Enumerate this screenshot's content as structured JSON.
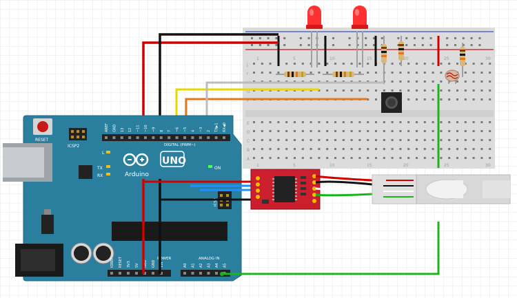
{
  "arduino": {
    "reset_label": "RESET",
    "icsp2_label": "ICSP2",
    "l_label": "L",
    "tx_label": "TX",
    "rx_label": "RX",
    "on_label": "ON",
    "brand_label": "Arduino",
    "model_label": "UNO",
    "digital_label": "DIGITAL (PWM~)",
    "power_label": "POWER",
    "analog_label": "ANALOG IN",
    "icsp_label": "ICSP",
    "top_pin_labels": [
      "AREF",
      "GND",
      "13",
      "12",
      "~11",
      "~10",
      "~9",
      "8",
      "7",
      "~6",
      "~5",
      "4",
      "~3",
      "2",
      "TX▶1",
      "RX◀0"
    ],
    "power_pin_labels": [
      "IOREF",
      "RESET",
      "3V3",
      "5V",
      "GND",
      "GND",
      "VIN"
    ],
    "analog_pin_labels": [
      "A0",
      "A1",
      "A2",
      "A3",
      "A4",
      "A5"
    ]
  },
  "breadboard": {
    "column_numbers": [
      "1",
      "5",
      "10",
      "15",
      "20",
      "25",
      "30"
    ],
    "row_letters_top": [
      "J",
      "I",
      "H",
      "G",
      "F"
    ],
    "row_letters_bottom": [
      "E",
      "D",
      "C",
      "B",
      "A"
    ]
  },
  "colors": {
    "arduino_board": "#2a7f9e",
    "wire_red": "#d00000",
    "wire_black": "#111111",
    "wire_yellow": "#e8d800",
    "wire_orange": "#e07820",
    "wire_gray": "#b8b8b8",
    "wire_blue": "#1e90ff",
    "wire_green": "#1cb41c",
    "hx711_board": "#cc1f2e",
    "led_red": "#ff2020"
  },
  "icons": [
    "led-icon",
    "resistor-icon",
    "push-button-icon",
    "photoresistor-icon",
    "load-cell-icon",
    "hx711-module-icon",
    "arduino-uno-icon"
  ]
}
